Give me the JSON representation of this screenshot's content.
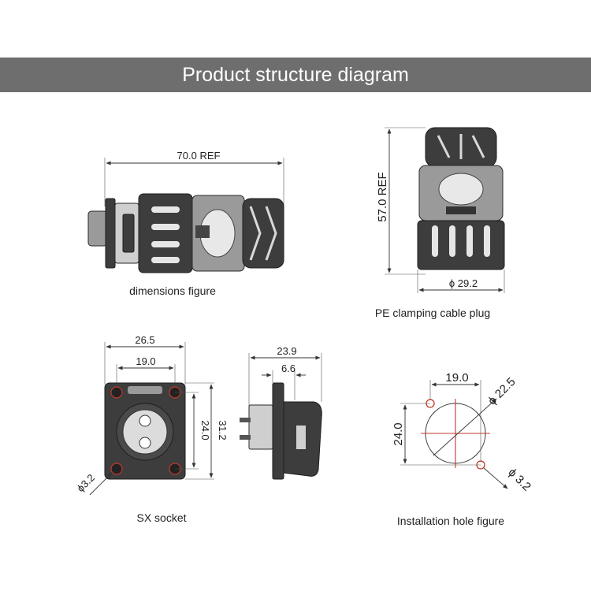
{
  "title": "Product structure diagram",
  "figures": {
    "dimensions": {
      "caption": "dimensions figure",
      "width_label": "70.0 REF"
    },
    "cable_plug": {
      "caption": "PE  clamping cable plug",
      "height_label": "57.0 REF",
      "diameter_label": "ϕ 29.2"
    },
    "socket": {
      "caption": "SX  socket",
      "width_outer": "26.5",
      "width_inner": "19.0",
      "height_inner": "24.0",
      "height_outer": "31.2",
      "hole_diameter": "ϕ3.2"
    },
    "side_view": {
      "width_total": "23.9",
      "width_flange": "6.6"
    },
    "install_hole": {
      "caption": "Installation hole figure",
      "pitch_x": "19.0",
      "pitch_y": "24.0",
      "hole_diameter_large": "ϕ 22.5",
      "hole_diameter_small": "ϕ 3.2"
    }
  },
  "colors": {
    "banner": "#6e6e6e",
    "banner_text": "#ffffff",
    "dimension_line": "#333333",
    "mark_red": "#c0392b"
  }
}
